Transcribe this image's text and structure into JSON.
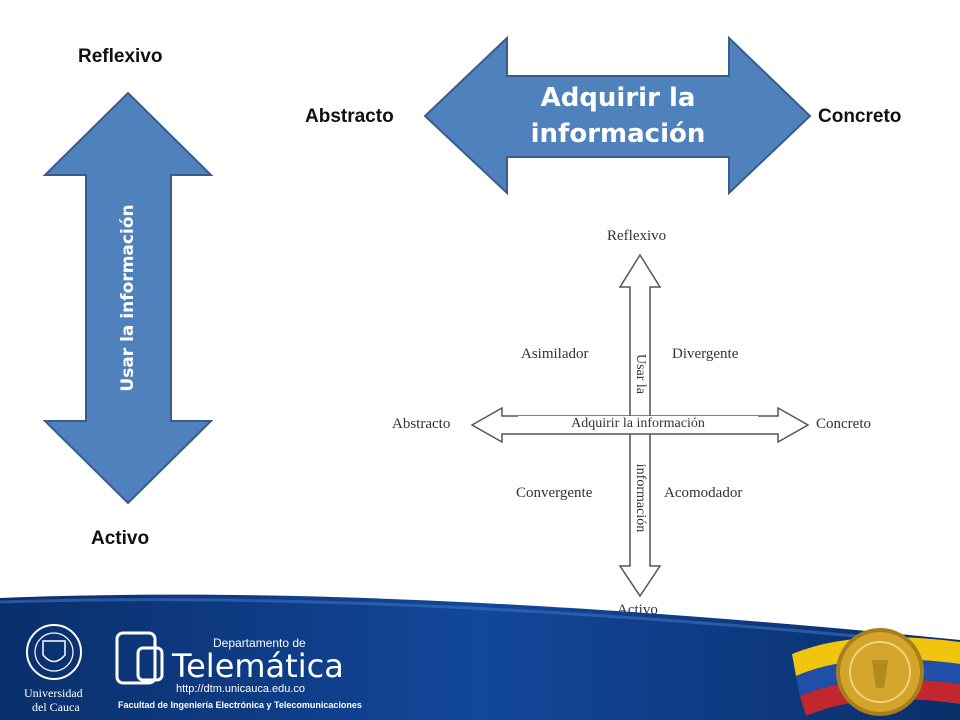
{
  "left": {
    "top_label": "Reflexivo",
    "bottom_label": "Activo",
    "arrow_label": "Usar la información"
  },
  "top": {
    "left_label": "Abstracto",
    "right_label": "Concreto",
    "arrow_label_line1": "Adquirir la",
    "arrow_label_line2": "información"
  },
  "diagram": {
    "top": "Reflexivo",
    "bottom": "Activo",
    "left": "Abstracto",
    "right": "Concreto",
    "q_top_left": "Asimilador",
    "q_top_right": "Divergente",
    "q_bottom_left": "Convergente",
    "q_bottom_right": "Acomodador",
    "h_arrow": "Adquirir la información",
    "v_arrow_upper": "Usar la",
    "v_arrow_lower": "información"
  },
  "footer": {
    "university_line1": "Universidad",
    "university_line2": "del Cauca",
    "dept_small": "Departamento de",
    "dept_big": "Telemática",
    "url": "http://dtm.unicauca.edu.co",
    "faculty": "Facultad de Ingeniería Electrónica y Telecomunicaciones"
  },
  "colors": {
    "arrow_fill": "#4f81bd",
    "arrow_stroke": "#385d8a",
    "footer_blue": "#0b3a7e"
  }
}
